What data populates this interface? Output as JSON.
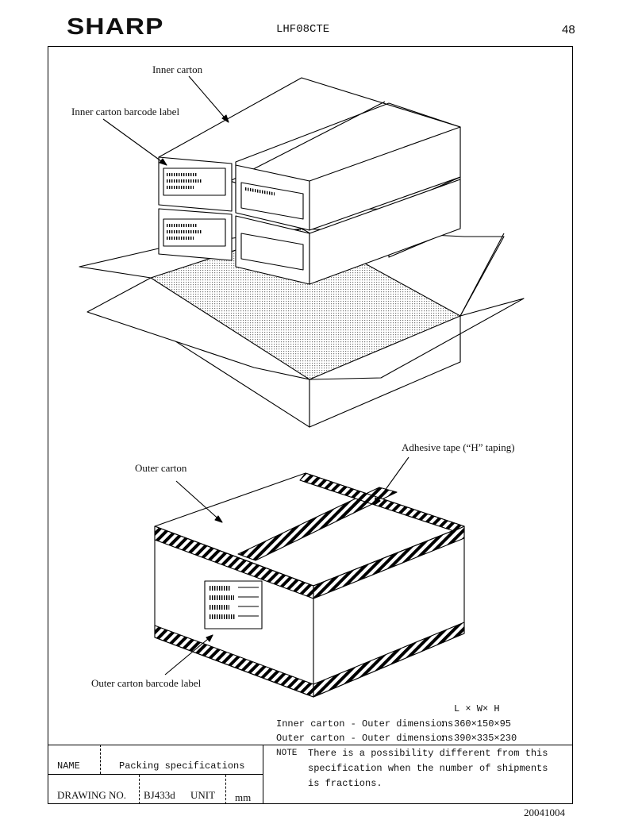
{
  "header": {
    "brand": "SHARP",
    "document_id": "LHF08CTE",
    "page_number": "48"
  },
  "diagram": {
    "callouts": {
      "inner_carton": "Inner carton",
      "inner_carton_barcode": "Inner carton barcode label",
      "adhesive_tape": "Adhesive tape (“H” taping)",
      "outer_carton": "Outer carton",
      "outer_carton_barcode": "Outer carton barcode label"
    }
  },
  "dimensions": {
    "heading": "L × W× H",
    "rows": [
      {
        "label": "Inner carton - Outer dimensions",
        "value": "360×150×95"
      },
      {
        "label": "Outer carton - Outer dimensions",
        "value": "390×335×230"
      }
    ]
  },
  "title_block": {
    "name_label": "NAME",
    "name_value": "Packing specifications",
    "drawing_no_label": "DRAWING NO.",
    "drawing_no_value": "BJ433d",
    "unit_label": "UNIT",
    "unit_value": "mm",
    "note_label": "NOTE",
    "note_lines": [
      "There is a possibility different from this",
      "specification when the number of shipments",
      "is fractions."
    ]
  },
  "footer": {
    "code": "20041004"
  }
}
